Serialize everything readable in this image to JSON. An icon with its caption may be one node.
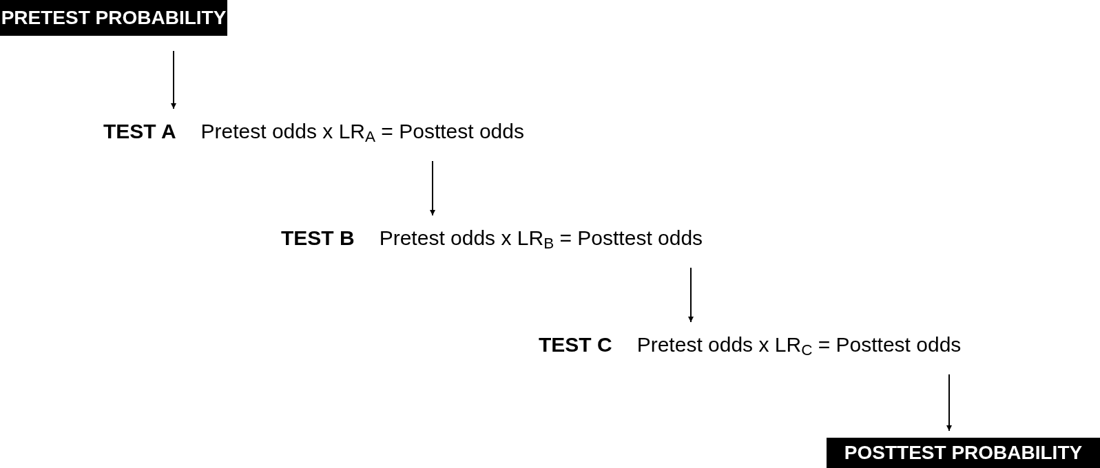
{
  "diagram": {
    "nodes": [
      {
        "text": [
          "PRETEST PROBABILITY"
        ]
      },
      {
        "text": [
          "TEST A",
          "Pretest odds x LR$_{A}$ = Posttest odds"
        ]
      },
      {
        "text": [
          "TEST B",
          "Pretest odds x LR$_{B}$ = Posttest odds"
        ]
      },
      {
        "text": [
          "TEST C",
          "Pretest odds x LR$_{C}$ = Posttest odds"
        ]
      },
      {
        "text": [
          "POSTTEST PROBABILITY"
        ]
      }
    ],
    "edges": [
      {
        "from": 0,
        "to": 1,
        "arrow": "to"
      },
      {
        "from": 1,
        "to": 2,
        "arrow": "to"
      },
      {
        "from": 2,
        "to": 3,
        "arrow": "to"
      },
      {
        "from": 3,
        "to": 4,
        "arrow": "to"
      }
    ]
  }
}
